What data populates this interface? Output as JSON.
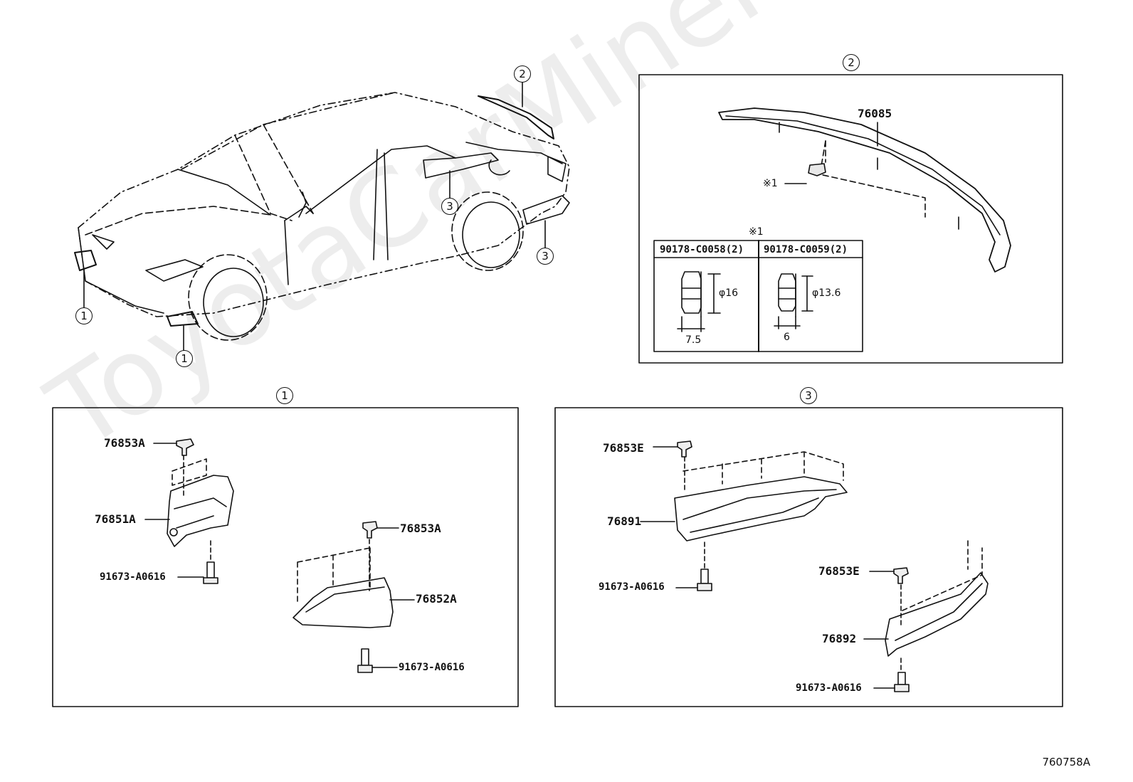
{
  "diagram_code": "760758A",
  "watermark": "ToyotaCarMiner.ru",
  "callouts": {
    "n1": "1",
    "n2": "2",
    "n3": "3"
  },
  "section_2": {
    "spoiler": "76085",
    "note_mark": "※1",
    "table_title": "※1",
    "table_cols": [
      {
        "part": "90178-C0058(2)",
        "diameter": "φ16",
        "height": "7.5"
      },
      {
        "part": "90178-C0059(2)",
        "diameter": "φ13.6",
        "height": "6"
      }
    ]
  },
  "section_1": {
    "clip_a_left": "76853A",
    "extension_left": "76851A",
    "screw_left": "91673-A0616",
    "clip_a_right": "76853A",
    "extension_right": "76852A",
    "screw_right": "91673-A0616"
  },
  "section_3": {
    "clip_e_top": "76853E",
    "side_ext_front": "76891",
    "screw_front": "91673-A0616",
    "clip_e_bottom": "76853E",
    "side_ext_rear": "76892",
    "screw_rear": "91673-A0616"
  }
}
